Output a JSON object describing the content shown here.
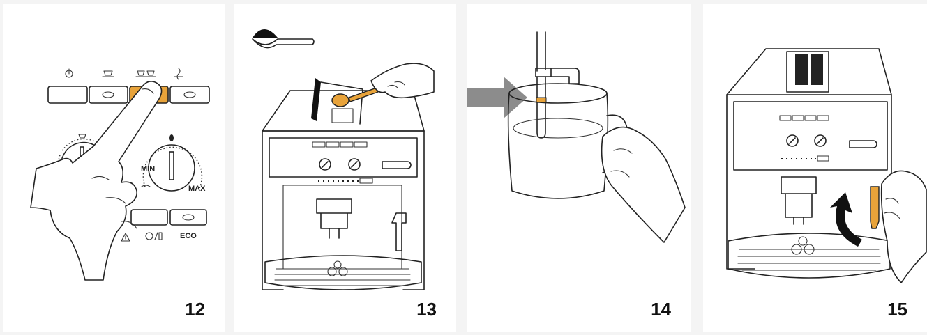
{
  "accent_color": "#e8a33a",
  "arrow_color": "#8c8c8c",
  "panels": [
    {
      "step": "12",
      "labels": {
        "min": "MIN",
        "max": "MAX",
        "eco": "ECO"
      },
      "icons": [
        "power-icon",
        "one-cup-icon",
        "two-cups-icon",
        "steam-icon",
        "dial-aroma-icon",
        "warning-icon"
      ]
    },
    {
      "step": "13",
      "icons": [
        "coffee-scoop-icon"
      ]
    },
    {
      "step": "14",
      "icons": [
        "arrow-right-icon"
      ]
    },
    {
      "step": "15",
      "icons": [
        "rotate-arrow-icon"
      ]
    }
  ]
}
